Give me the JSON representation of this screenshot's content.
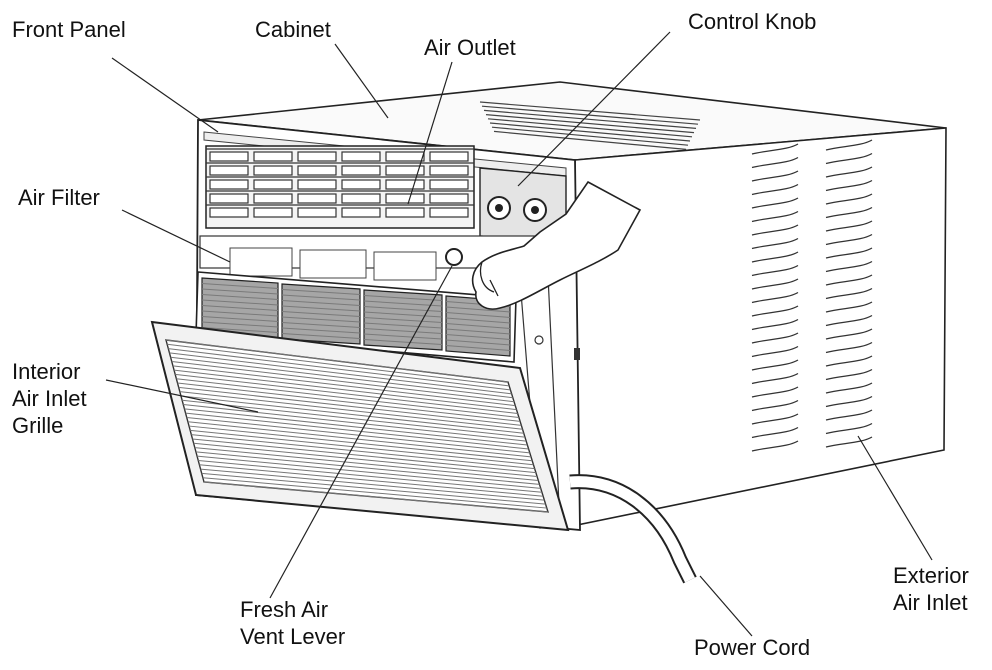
{
  "labels": {
    "front_panel": "Front Panel",
    "cabinet": "Cabinet",
    "air_outlet": "Air Outlet",
    "control_knob": "Control Knob",
    "air_filter": "Air Filter",
    "interior_air_inlet_grille": [
      "Interior",
      "Air Inlet",
      "Grille"
    ],
    "fresh_air_vent_lever": [
      "Fresh Air",
      "Vent Lever"
    ],
    "power_cord": "Power Cord",
    "exterior_air_inlet": [
      "Exterior",
      "Air Inlet"
    ]
  },
  "colors": {
    "line": "#222222",
    "fill": "#ffffff",
    "panel": "#e6e6e6",
    "filter": "#9a9a9a"
  }
}
